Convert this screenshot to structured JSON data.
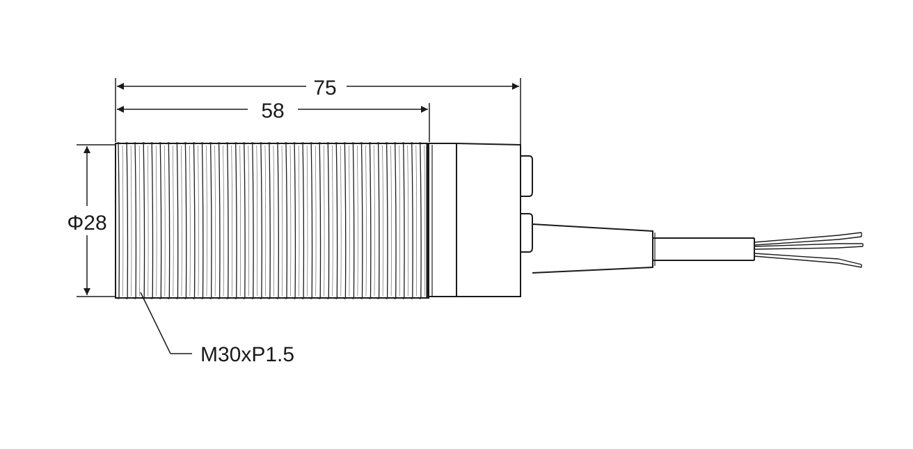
{
  "diagram": {
    "dimensions": {
      "overall_length": "75",
      "thread_length": "58",
      "diameter": "Φ28"
    },
    "callouts": {
      "thread_spec": "M30xP1.5"
    },
    "colors": {
      "line": "#1a1a1a",
      "background": "#ffffff"
    }
  }
}
